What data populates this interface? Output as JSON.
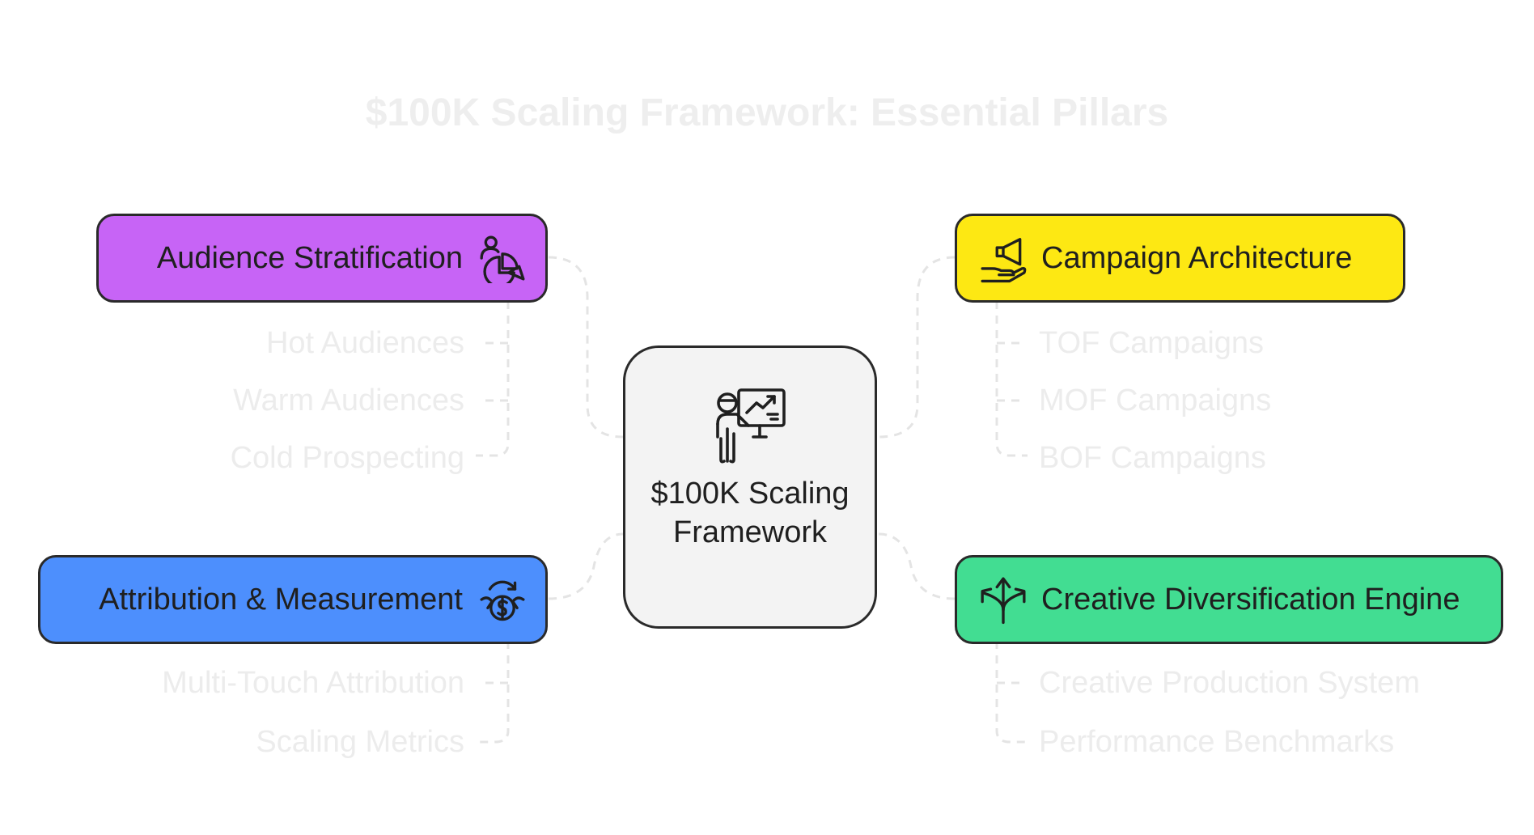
{
  "title": "$100K Scaling Framework: Essential Pillars",
  "center": {
    "label": "$100K Scaling Framework",
    "icon": "presentation-growth-icon"
  },
  "pillars": {
    "audience": {
      "label": "Audience Stratification",
      "icon": "audience-segments-icon",
      "color": "#c764f6",
      "items": [
        "Hot Audiences",
        "Warm Audiences",
        "Cold Prospecting"
      ]
    },
    "campaign": {
      "label": "Campaign Architecture",
      "icon": "megaphone-hand-icon",
      "color": "#fde813",
      "items": [
        "TOF Campaigns",
        "MOF Campaigns",
        "BOF Campaigns"
      ]
    },
    "attribution": {
      "label": "Attribution & Measurement",
      "icon": "money-cycle-icon",
      "color": "#4d8ffd",
      "items": [
        "Multi-Touch Attribution",
        "Scaling Metrics"
      ]
    },
    "creative": {
      "label": "Creative Diversification Engine",
      "icon": "diverging-arrows-icon",
      "color": "#42dd92",
      "items": [
        "Creative Production System",
        "Performance Benchmarks"
      ]
    }
  },
  "colors": {
    "border": "#2a2a2a",
    "connector": "#e4e4e4",
    "faded_text": "#ececec",
    "center_fill": "#f3f3f3"
  }
}
